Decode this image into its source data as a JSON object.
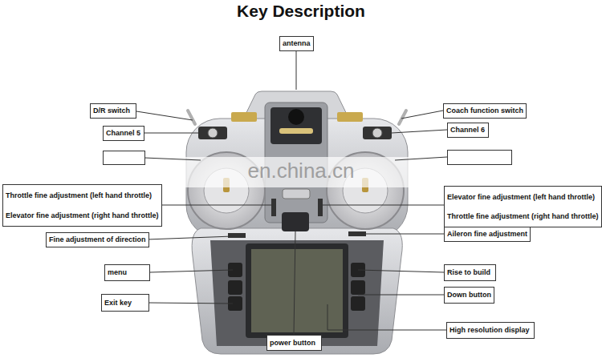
{
  "diagram": {
    "title": "Key Description",
    "nodes": [
      {
        "text": [
          "antenna"
        ]
      },
      {
        "text": [
          "D/R switch"
        ]
      },
      {
        "text": [
          "Channel 5"
        ]
      },
      {
        "text": [
          "Coach function switch"
        ]
      },
      {
        "text": [
          "Channel 6"
        ]
      },
      {
        "text": [
          "Throttle fine adjustment (left hand throttle)",
          "Elevator fine adjustment (right hand throttle)"
        ]
      },
      {
        "text": [
          "Elevator fine adjustment (left hand throttle)",
          "Throttle fine adjustment (right hand throttle)"
        ]
      },
      {
        "text": [
          "Fine adjustment of direction"
        ]
      },
      {
        "text": [
          "Aileron fine adjustment"
        ]
      },
      {
        "text": [
          "menu"
        ]
      },
      {
        "text": [
          "Rise to build"
        ]
      },
      {
        "text": [
          "Exit key"
        ]
      },
      {
        "text": [
          "Down button"
        ]
      },
      {
        "text": [
          "power button"
        ]
      },
      {
        "text": [
          "High resolution display"
        ]
      }
    ],
    "labels": [
      "en.china.cn"
    ]
  }
}
